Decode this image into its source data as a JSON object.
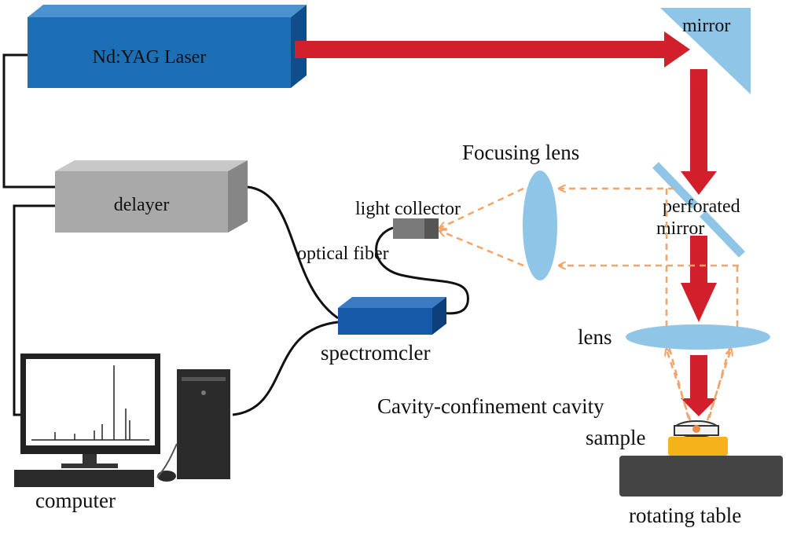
{
  "labels": {
    "laser": "Nd:YAG Laser",
    "mirror": "mirror",
    "delayer": "delayer",
    "focusing_lens": "Focusing lens",
    "light_collector": "light collector",
    "perforated_mirror_line1": "perforated",
    "perforated_mirror_line2": "mirror",
    "optical_fiber": "optical fiber",
    "spectrometer": "spectromcler",
    "lens": "lens",
    "cavity": "Cavity-confinement cavity",
    "sample": "sample",
    "rotating_table": "rotating table",
    "computer": "computer"
  },
  "colors": {
    "laser_box": "#1c6fb5",
    "laser_box_top": "#4a93cf",
    "laser_box_side": "#0f4e88",
    "delayer_box": "#a9a9a9",
    "delayer_box_top": "#c8c8c8",
    "delayer_box_side": "#868686",
    "spectrometer_box": "#1559a8",
    "beam_red": "#d1202b",
    "optic_blue": "#8fc6e8",
    "scattered_light": "#f2a46a",
    "sample_yellow": "#f5b21b",
    "table_gray": "#444444",
    "cable": "#111111"
  }
}
